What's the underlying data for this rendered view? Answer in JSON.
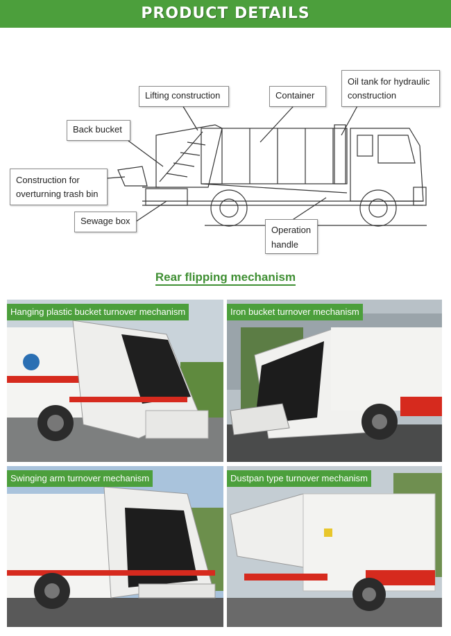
{
  "header": {
    "title": "PRODUCT DETAILS"
  },
  "diagram": {
    "labels": {
      "lifting": "Lifting construction",
      "container": "Container",
      "oil_tank_1": "Oil tank for hydraulic",
      "oil_tank_2": "construction",
      "back_bucket": "Back bucket",
      "overturn_1": "Construction for",
      "overturn_2": "overturning trash bin",
      "sewage": "Sewage box",
      "handle_1": "Operation",
      "handle_2": "handle"
    }
  },
  "subtitle": "Rear flipping mechanism",
  "photos": [
    {
      "label": "Hanging plastic bucket turnover mechanism"
    },
    {
      "label": "Iron bucket turnover mechanism"
    },
    {
      "label": "Swinging arm turnover mechanism"
    },
    {
      "label": "Dustpan type turnover mechanism"
    }
  ],
  "colors": {
    "accent": "#4c9f3c",
    "stripe": "#d62a1e"
  }
}
